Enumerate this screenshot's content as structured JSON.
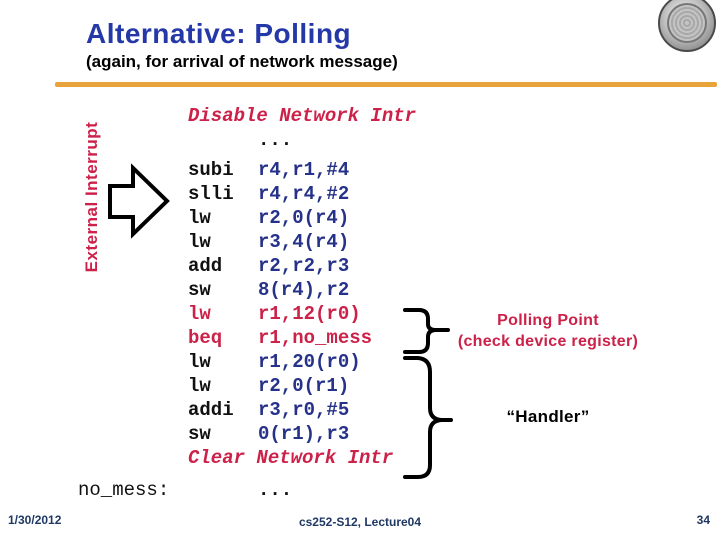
{
  "slide": {
    "title": "Alternative: Polling",
    "subtitle": "(again, for arrival of network message)",
    "side_label": "External Interrupt",
    "footer": {
      "date": "1/30/2012",
      "center": "cs252-S12, Lecture04",
      "page": "34"
    }
  },
  "code": {
    "lines": [
      {
        "label": "",
        "mnemonic": "Disable Network Intr",
        "operands": "",
        "type": "directive"
      },
      {
        "label": "",
        "mnemonic": "",
        "operands": "...",
        "type": "plain"
      },
      {
        "label": "",
        "mnemonic": "subi",
        "operands": "r4,r1,#4",
        "type": "normal"
      },
      {
        "label": "",
        "mnemonic": "slli",
        "operands": "r4,r4,#2",
        "type": "normal"
      },
      {
        "label": "",
        "mnemonic": "lw",
        "operands": "r2,0(r4)",
        "type": "normal"
      },
      {
        "label": "",
        "mnemonic": "lw",
        "operands": "r3,4(r4)",
        "type": "normal"
      },
      {
        "label": "",
        "mnemonic": "add",
        "operands": "r2,r2,r3",
        "type": "normal"
      },
      {
        "label": "",
        "mnemonic": "sw",
        "operands": "8(r4),r2",
        "type": "normal"
      },
      {
        "label": "",
        "mnemonic": "lw",
        "operands": "r1,12(r0)",
        "type": "red"
      },
      {
        "label": "",
        "mnemonic": "beq",
        "operands": "r1,no_mess",
        "type": "red"
      },
      {
        "label": "",
        "mnemonic": "lw",
        "operands": "r1,20(r0)",
        "type": "normal"
      },
      {
        "label": "",
        "mnemonic": "lw",
        "operands": "r2,0(r1)",
        "type": "normal"
      },
      {
        "label": "",
        "mnemonic": "addi",
        "operands": "r3,r0,#5",
        "type": "normal"
      },
      {
        "label": "",
        "mnemonic": "sw",
        "operands": "0(r1),r3",
        "type": "normal"
      },
      {
        "label": "",
        "mnemonic": "Clear Network Intr",
        "operands": "",
        "type": "directive"
      },
      {
        "label": "no_mess:",
        "mnemonic": "",
        "operands": "...",
        "type": "plain"
      }
    ]
  },
  "annotations": {
    "polling_line1": "Polling Point",
    "polling_line2": "(check device register)",
    "handler": "“Handler”"
  },
  "icons": {
    "seal": "university-seal",
    "arrow": "block-arrow-right",
    "brace_small": "curly-brace-polling",
    "brace_large": "curly-brace-handler"
  },
  "colors": {
    "title_blue": "#2438A8",
    "crimson": "#CC2148",
    "operand_blue": "#263289",
    "code_black": "#111111",
    "footer_navy": "#1F3864",
    "rule_gold": "#E8A33B"
  }
}
